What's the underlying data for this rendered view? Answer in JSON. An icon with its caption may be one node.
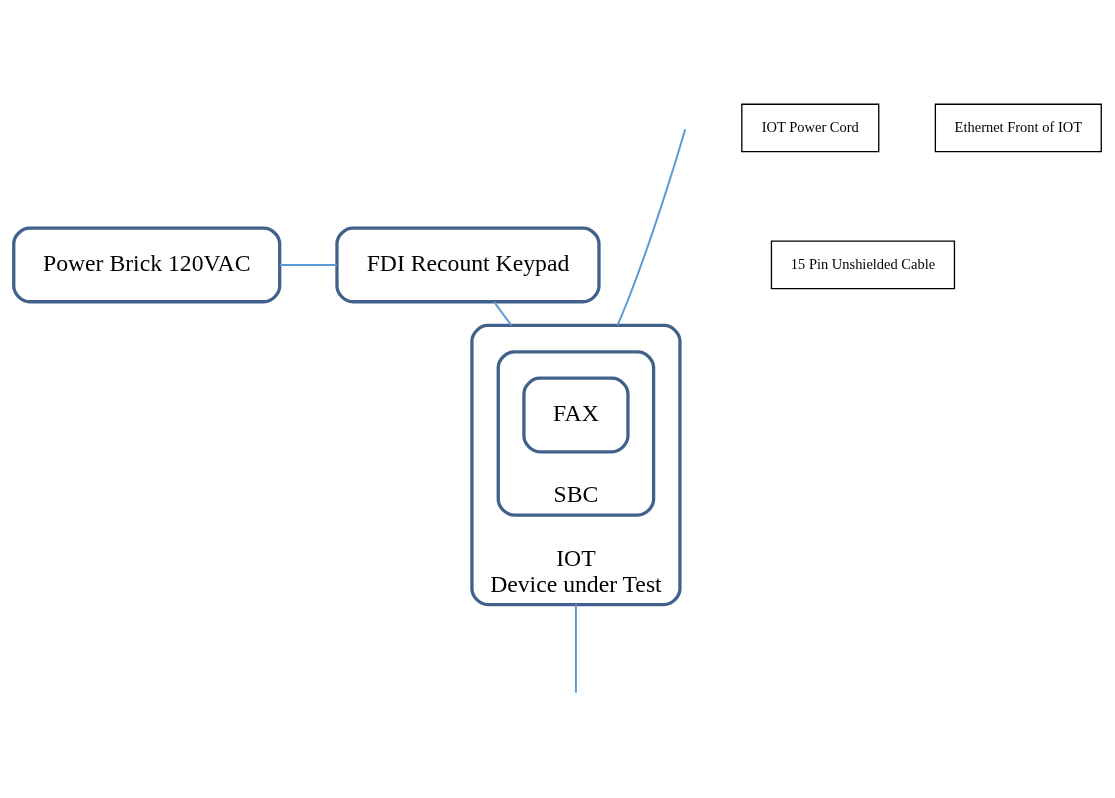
{
  "diagram": {
    "nodes": [
      {
        "text": [
          "Power Brick 120VAC"
        ]
      },
      {
        "text": [
          "FDI Recount Keypad"
        ]
      },
      {
        "text": [
          "15 Pin Unshielded Cable"
        ]
      },
      {
        "text": [
          "IOT Power Cord"
        ]
      },
      {
        "text": [
          "IOT",
          "Device under Test"
        ]
      },
      {
        "text": [
          "SBC"
        ],
        "in": 4
      },
      {
        "text": [
          "FAX"
        ],
        "in": 5
      },
      {
        "text": [
          "Ethernet Front of IOT"
        ]
      }
    ],
    "edges": [
      {
        "from": 0,
        "to": 1,
        "arrow": "none"
      },
      {
        "from": 1,
        "to": 4,
        "arrow": "none"
      },
      {
        "from": null,
        "to": 4,
        "arrow": "none"
      },
      {
        "from": 4,
        "to": null,
        "arrow": "none"
      }
    ]
  }
}
